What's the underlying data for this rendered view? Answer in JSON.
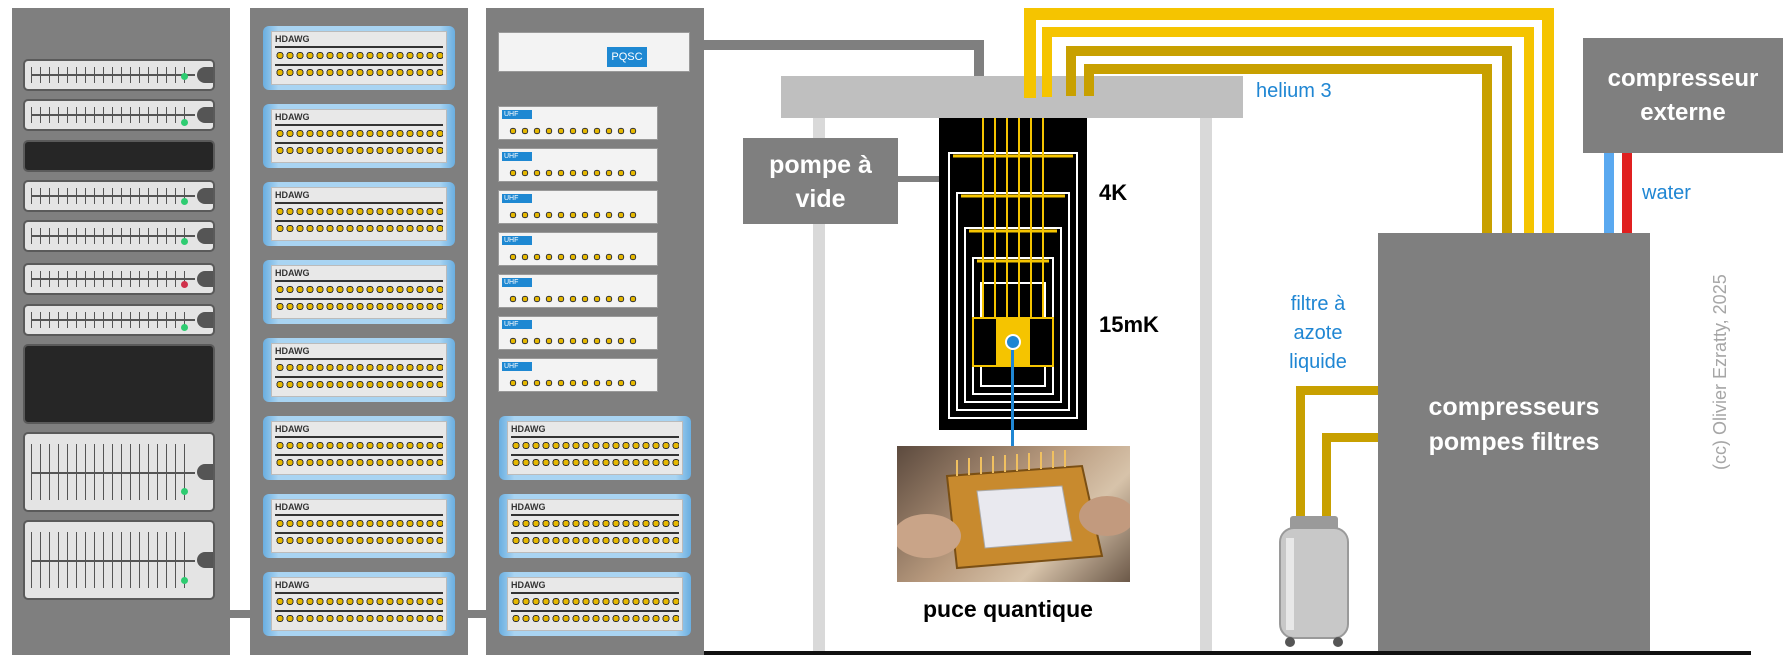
{
  "labels": {
    "helium": "helium 3",
    "compresseur_externe": "compresseur externe",
    "pompe_vide": "pompe à vide",
    "water": "water",
    "stage_4k": "4K",
    "stage_15mk": "15mK",
    "filtre": "filtre à azote liquide",
    "compresseurs": "compresseurs pompes filtres",
    "puce": "puce quantique",
    "credit": "(cc) Olivier Ezratty, 2025"
  },
  "instruments": {
    "hdawg": "HDAWG",
    "uhf": "UHF",
    "pqsc": "PQSC"
  },
  "colors": {
    "rack_grey": "#7f7f7f",
    "helium_gold": "#f5c400",
    "helium_dark": "#c8a000",
    "label_blue": "#1f86d3",
    "water_blue": "#5aa9f0",
    "water_red": "#e02020"
  }
}
